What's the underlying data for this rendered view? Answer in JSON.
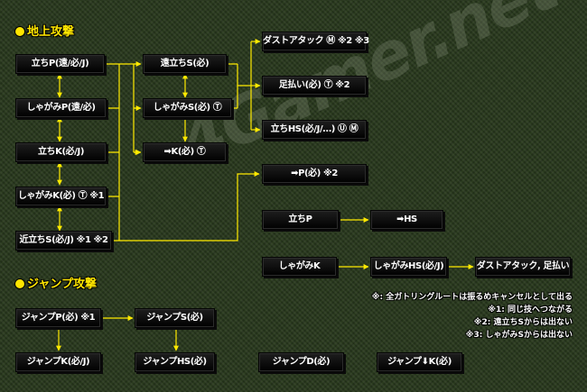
{
  "watermark": "4Gamer.net",
  "sections": {
    "ground": "地上攻撃",
    "jump": "ジャンプ攻撃"
  },
  "nodes": {
    "ground_1": "立ちP(遠/必/J)",
    "ground_2": "しゃがみP(遠/必)",
    "ground_3": "立ちK(必/J)",
    "ground_4": "しゃがみK(必) Ⓣ ※1",
    "ground_5": "近立ちS(必/J) ※1 ※2",
    "mid_1": "遠立ちS(必)",
    "mid_2": "しゃがみS(必) Ⓣ",
    "mid_3": "➡K(必) Ⓣ",
    "right_1": "ダストアタック Ⓜ ※2 ※3",
    "right_2": "足払い(必) Ⓣ ※2",
    "right_3": "立ちHS(必/J/…) Ⓤ Ⓜ",
    "right_4": "➡P(必) ※2",
    "chain1_a": "立ちP",
    "chain1_b": "➡HS",
    "chain2_a": "しゃがみK",
    "chain2_b": "しゃがみHS(必/J)",
    "chain2_c": "ダストアタック, 足払い",
    "jump_1": "ジャンプP(必) ※1",
    "jump_2": "ジャンプS(必)",
    "jump_3": "ジャンプK(必/J)",
    "jump_4": "ジャンプHS(必)",
    "jump_5": "ジャンプD(必)",
    "jump_6": "ジャンプ⬇K(必)"
  },
  "notes": [
    "※: 全ガトリングルートは振るめキャンセルとして出る",
    "※1: 同じ技へつながる",
    "※2: 遠立ちSからは出ない",
    "※3: しゃがみSからは出ない"
  ],
  "colors": {
    "wire": "#ffea00",
    "section": "#ffe600",
    "background": "#2a3a1e",
    "box": "#000000"
  }
}
